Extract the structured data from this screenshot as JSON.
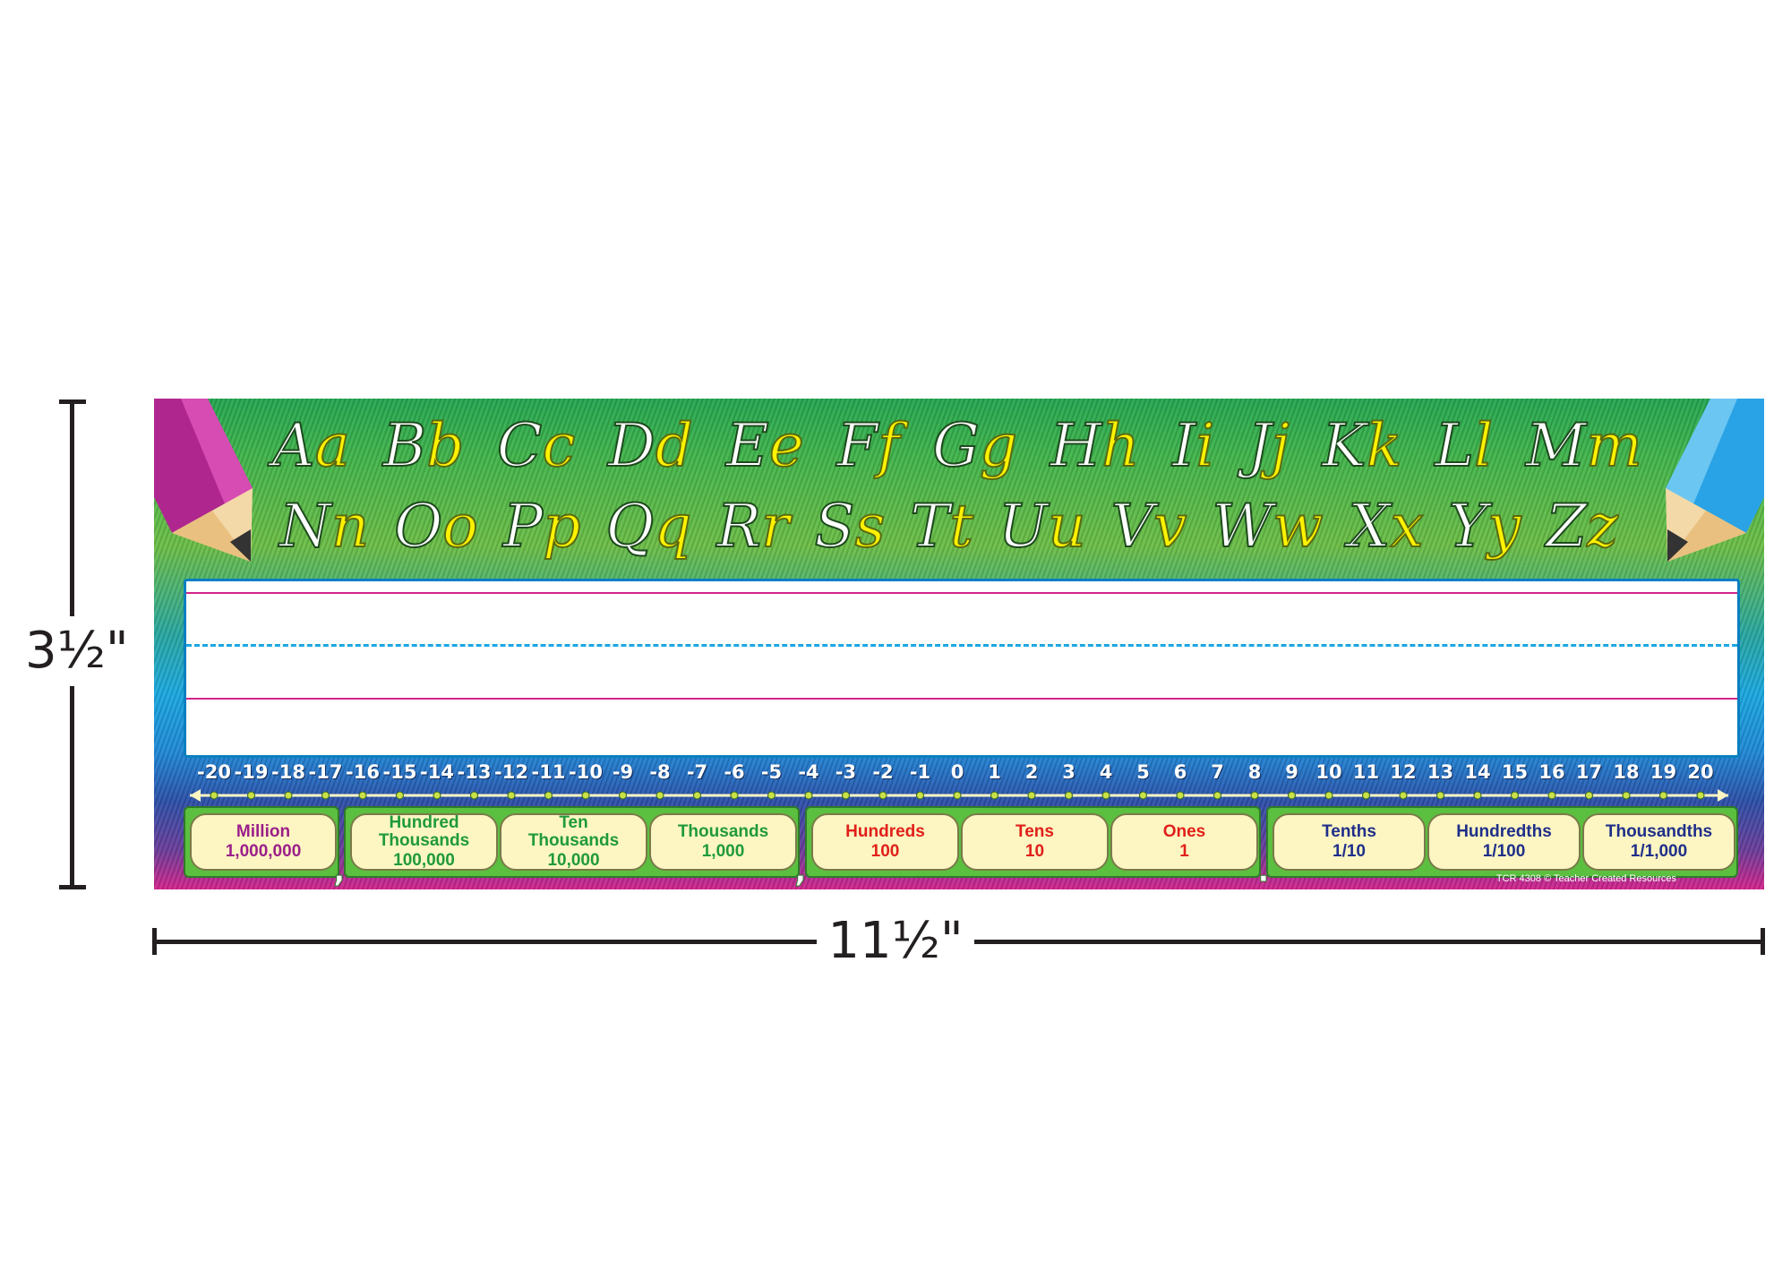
{
  "dimensions": {
    "height_label": "3½\"",
    "width_label": "11½\""
  },
  "alphabet": {
    "row1": [
      {
        "upper": "A",
        "lower": "a"
      },
      {
        "upper": "B",
        "lower": "b"
      },
      {
        "upper": "C",
        "lower": "c"
      },
      {
        "upper": "D",
        "lower": "d"
      },
      {
        "upper": "E",
        "lower": "e"
      },
      {
        "upper": "F",
        "lower": "f"
      },
      {
        "upper": "G",
        "lower": "g"
      },
      {
        "upper": "H",
        "lower": "h"
      },
      {
        "upper": "I",
        "lower": "i"
      },
      {
        "upper": "J",
        "lower": "j"
      },
      {
        "upper": "K",
        "lower": "k"
      },
      {
        "upper": "L",
        "lower": "l"
      },
      {
        "upper": "M",
        "lower": "m"
      }
    ],
    "row2": [
      {
        "upper": "N",
        "lower": "n"
      },
      {
        "upper": "O",
        "lower": "o"
      },
      {
        "upper": "P",
        "lower": "p"
      },
      {
        "upper": "Q",
        "lower": "q"
      },
      {
        "upper": "R",
        "lower": "r"
      },
      {
        "upper": "S",
        "lower": "s"
      },
      {
        "upper": "T",
        "lower": "t"
      },
      {
        "upper": "U",
        "lower": "u"
      },
      {
        "upper": "V",
        "lower": "v"
      },
      {
        "upper": "W",
        "lower": "w"
      },
      {
        "upper": "X",
        "lower": "x"
      },
      {
        "upper": "Y",
        "lower": "y"
      },
      {
        "upper": "Z",
        "lower": "z"
      }
    ]
  },
  "number_line": {
    "min": -20,
    "max": 20,
    "labels": [
      "-20",
      "-19",
      "-18",
      "-17",
      "-16",
      "-15",
      "-14",
      "-13",
      "-12",
      "-11",
      "-10",
      "-9",
      "-8",
      "-7",
      "-6",
      "-5",
      "-4",
      "-3",
      "-2",
      "-1",
      "0",
      "1",
      "2",
      "3",
      "4",
      "5",
      "6",
      "7",
      "8",
      "9",
      "10",
      "11",
      "12",
      "13",
      "14",
      "15",
      "16",
      "17",
      "18",
      "19",
      "20"
    ]
  },
  "place_value": {
    "groups": [
      {
        "cells": [
          {
            "name": "Million",
            "value": "1,000,000",
            "color": "#9b1f8a"
          }
        ]
      },
      {
        "cells": [
          {
            "name": "Hundred\nThousands",
            "value": "100,000",
            "color": "#1f9a3a"
          },
          {
            "name": "Ten\nThousands",
            "value": "10,000",
            "color": "#1f9a3a"
          },
          {
            "name": "Thousands",
            "value": "1,000",
            "color": "#1f9a3a"
          }
        ]
      },
      {
        "cells": [
          {
            "name": "Hundreds",
            "value": "100",
            "color": "#e0201a"
          },
          {
            "name": "Tens",
            "value": "10",
            "color": "#e0201a"
          },
          {
            "name": "Ones",
            "value": "1",
            "color": "#e0201a"
          }
        ]
      },
      {
        "cells": [
          {
            "name": "Tenths",
            "value": "1/10",
            "color": "#1f2f8a"
          },
          {
            "name": "Hundredths",
            "value": "1/100",
            "color": "#1f2f8a"
          },
          {
            "name": "Thousandths",
            "value": "1/1,000",
            "color": "#1f2f8a"
          }
        ]
      }
    ],
    "separators": [
      ",",
      ",",
      "."
    ]
  },
  "copyright": "TCR 4308 © Teacher Created Resources",
  "colors": {
    "pencil_left": "#b0268f",
    "pencil_right": "#2aa3e6"
  }
}
